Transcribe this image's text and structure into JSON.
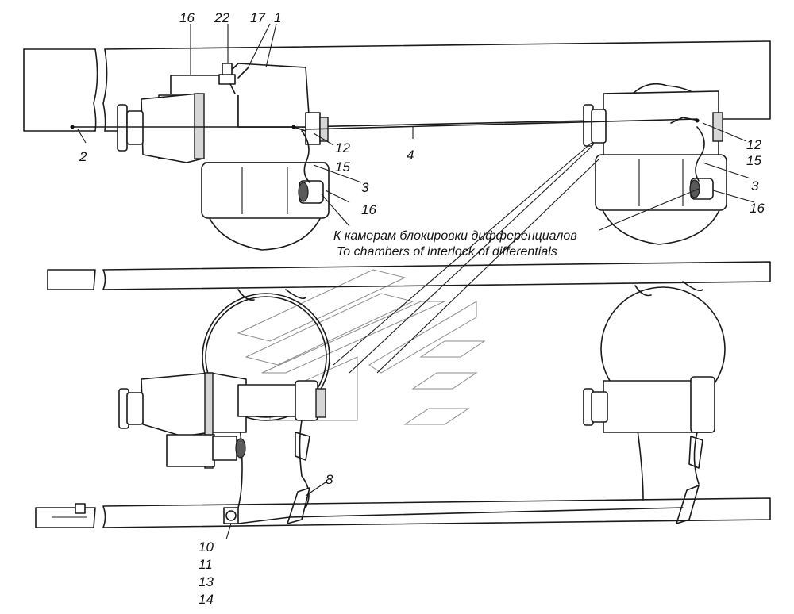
{
  "captions": {
    "ru": "К камерам блокировки дифференциалов",
    "en": "To chambers of interlock of differentials"
  },
  "callouts": {
    "c16_top": "16",
    "c22": "22",
    "c17": "17",
    "c1": "1",
    "c2": "2",
    "c4": "4",
    "c12_left": "12",
    "c15_left": "15",
    "c3_left": "3",
    "c16_left": "16",
    "c12_right": "12",
    "c15_right": "15",
    "c3_right": "3",
    "c16_right": "16",
    "c8": "8",
    "c10": "10",
    "c11": "11",
    "c13": "13",
    "c14": "14"
  }
}
